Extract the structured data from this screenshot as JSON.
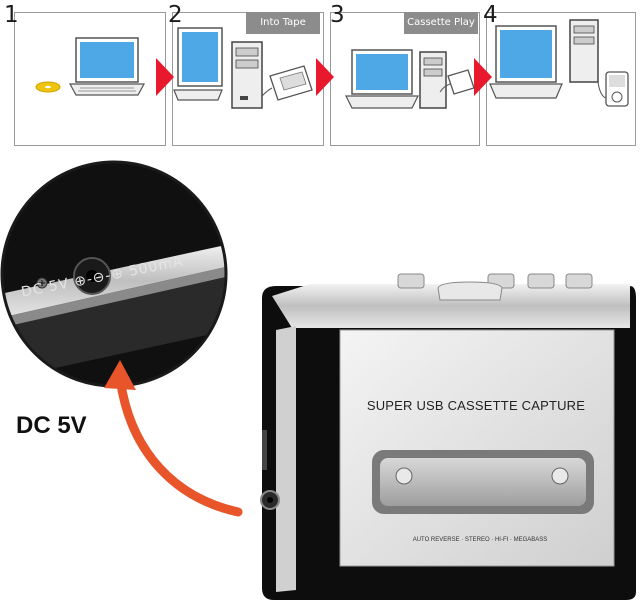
{
  "steps": [
    {
      "number": "1",
      "tag": ""
    },
    {
      "number": "2",
      "tag": "Into Tape"
    },
    {
      "number": "3",
      "tag": "Cassette Play"
    },
    {
      "number": "4",
      "tag": ""
    }
  ],
  "zoom_callout": {
    "port_marking": "DC 5V ⊕-⊖-⊕ 500mA",
    "label": "DC 5V"
  },
  "device": {
    "title": "SUPER USB CASSETTE CAPTURE",
    "subtitle": "AUTO REVERSE · STEREO · HI-FI · MEGABASS"
  },
  "colors": {
    "arrow_red": "#e8192c",
    "callout_arrow_orange": "#e8552a",
    "panel_border": "#9a9a9a",
    "tag_gray": "#8c8c8c"
  }
}
